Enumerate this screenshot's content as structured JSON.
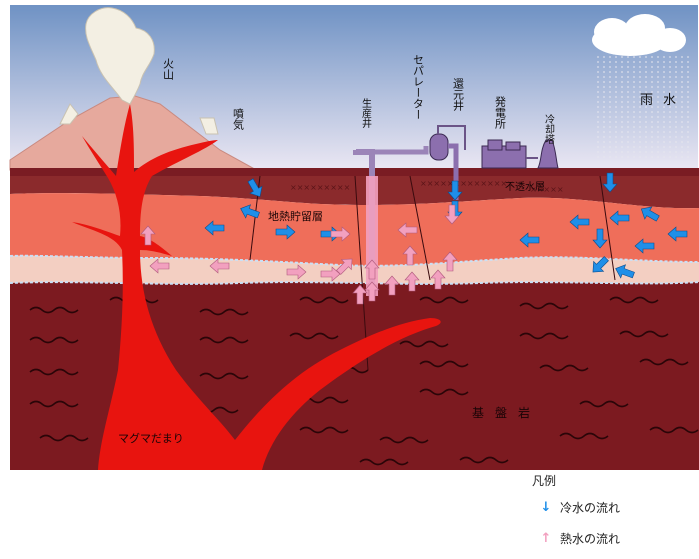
{
  "labels": {
    "volcano": "火山",
    "fumarole": "噴気",
    "production_well": "生産井",
    "separator": "セパレーター",
    "reinjection_well": "還元井",
    "power_plant": "発電所",
    "cooling_tower": "冷却塔",
    "rain": "雨水",
    "impermeable_layer": "不透水層",
    "geothermal_reservoir": "地熱貯留層",
    "basement_rock": "基盤岩",
    "magma_chamber": "マグマだまり"
  },
  "legend": {
    "title": "凡例",
    "cold_flow": "冷水の流れ",
    "hot_flow": "熱水の流れ"
  },
  "colors": {
    "sky_top": "#6f92c4",
    "sky_bottom": "#eae6f2",
    "volcano": "#e6a99d",
    "surface": "#7a1c23",
    "impermeable": "#8b2a2c",
    "reservoir": "#ef6e5a",
    "pale_layer": "#f3cfc2",
    "basement": "#7c1a20",
    "magma": "#e8140f",
    "cold_arrow": "#1f8fe8",
    "hot_arrow": "#f2a0bf",
    "plant": "#9b84b8"
  }
}
